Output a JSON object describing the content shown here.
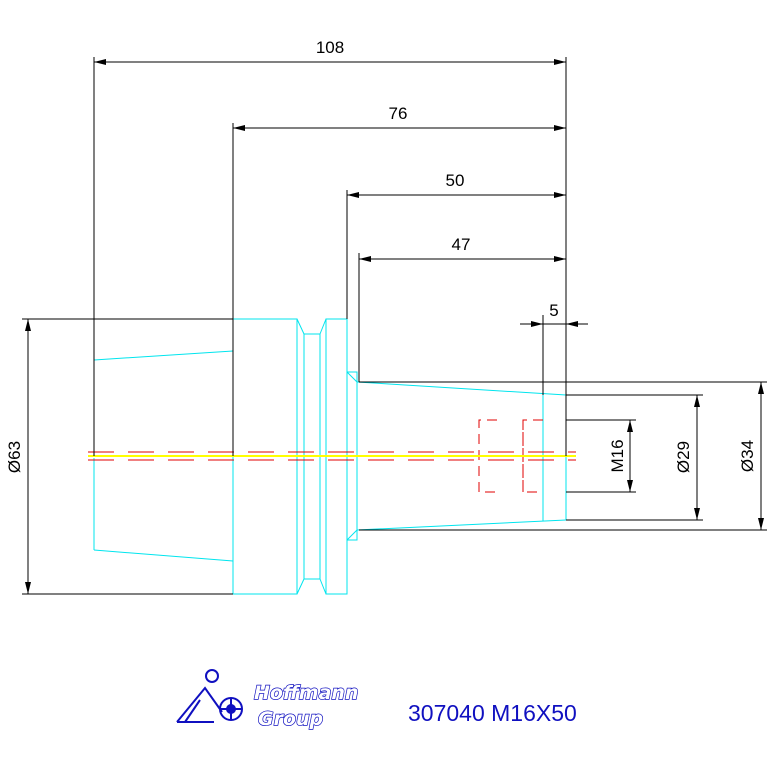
{
  "drawing": {
    "dimensions": {
      "d108": "108",
      "d76": "76",
      "d50": "50",
      "d47": "47",
      "d5": "5",
      "dia63": "Ø63",
      "m16": "M16",
      "dia29": "Ø29",
      "dia34": "Ø34"
    },
    "colors": {
      "outline": "#00e5ee",
      "centerline": "#ffff00",
      "hidden": "#e00000",
      "dimension": "#000000",
      "brand": "#1010c0"
    }
  },
  "footer": {
    "logo_line1": "Hoffmann",
    "logo_line2": "Group",
    "part_label": "307040 M16X50"
  }
}
